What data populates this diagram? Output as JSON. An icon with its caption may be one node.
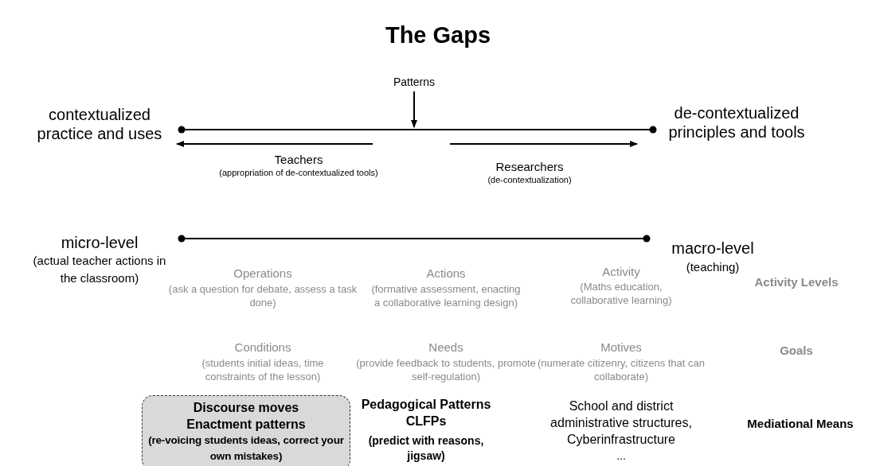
{
  "diagram": {
    "title": "The Gaps",
    "nodes": [
      {
        "text": [
          "contextualized practice and uses"
        ]
      },
      {
        "text": [
          "de-contextualized principles and tools"
        ]
      },
      {
        "text": [
          "Patterns"
        ]
      },
      {
        "text": [
          "micro-level",
          "(actual teacher actions in the classroom)"
        ]
      },
      {
        "text": [
          "macro-level",
          "(teaching)"
        ]
      },
      {
        "text": [
          "Discourse moves",
          "Enactment patterns",
          "(re-voicing students ideas, correct your own mistakes)"
        ]
      }
    ],
    "edges": [
      {
        "from": 0,
        "to": 1,
        "arrow": "other"
      },
      {
        "from": 2,
        "to": null,
        "arrow": "to"
      },
      {
        "from": 3,
        "to": 4,
        "arrow": "other"
      }
    ],
    "labels": [
      "Teachers",
      "(appropriation of de-contextualized tools)",
      "Researchers",
      "(de-contextualization)",
      "Operations",
      "(ask a question for debate, assess a task done)",
      "Actions",
      "(formative assessment, enacting a collaborative learning design)",
      "Activity",
      "(Maths education, collaborative learning)",
      "Activity Levels",
      "Conditions",
      "(students initial ideas, time constraints of the lesson)",
      "Needs",
      "(provide feedback to students, promote self-regulation)",
      "Motives",
      "(numerate citizenry, citizens that can collaborate)",
      "Goals",
      "Pedagogical Patterns",
      "CLFPs",
      "(predict with reasons, jigsaw)",
      "School and district administrative structures, Cyberinfrastructure",
      "...",
      "Mediational Means"
    ]
  }
}
